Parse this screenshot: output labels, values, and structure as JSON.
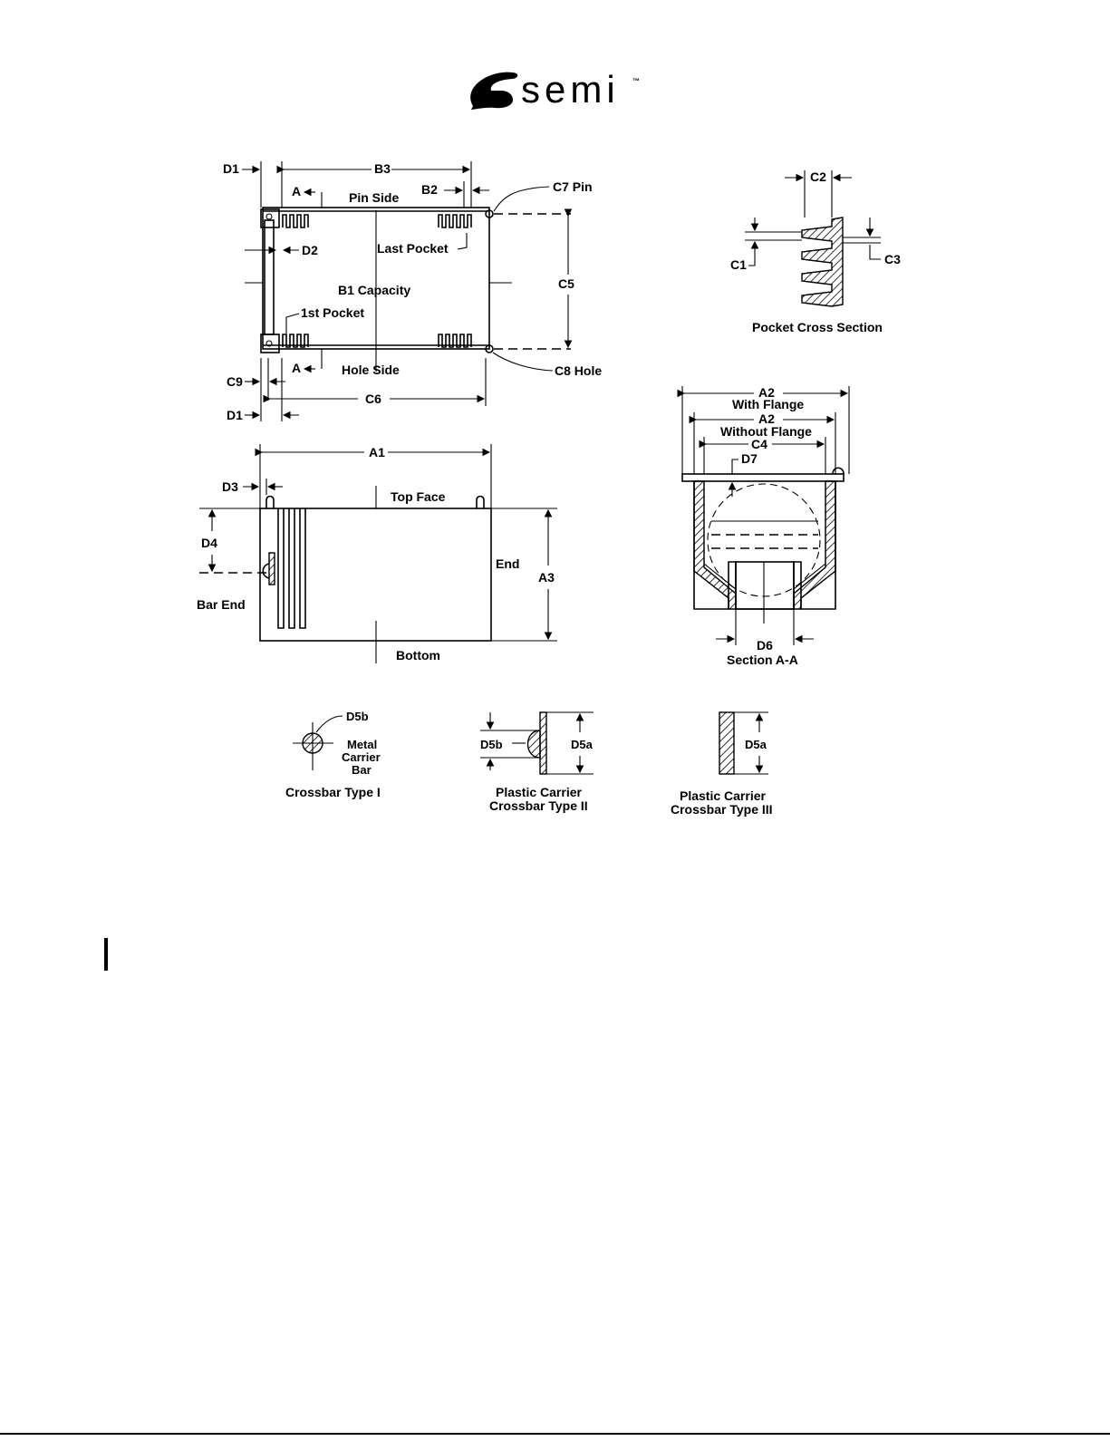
{
  "logo": {
    "wordmark": "semi",
    "tm": "™"
  },
  "top_view": {
    "D1_top": "D1",
    "B3": "B3",
    "A_top": "A",
    "pin_side": "Pin Side",
    "B2": "B2",
    "C7": "C7 Pin",
    "D2": "D2",
    "last_pocket": "Last Pocket",
    "B1": "B1 Capacity",
    "C5": "C5",
    "first_pocket": "1st Pocket",
    "A_bottom": "A",
    "hole_side": "Hole Side",
    "C8": "C8 Hole",
    "C9": "C9",
    "C6": "C6",
    "D1_bottom": "D1"
  },
  "pocket_section": {
    "C2": "C2",
    "C1": "C1",
    "C3": "C3",
    "caption": "Pocket Cross Section"
  },
  "side_view": {
    "A1": "A1",
    "D3": "D3",
    "top_face": "Top Face",
    "D4": "D4",
    "end": "End",
    "A3": "A3",
    "bar_end": "Bar End",
    "bottom": "Bottom"
  },
  "section_aa": {
    "A2_flange": "A2",
    "with_flange": "With Flange",
    "A2_noflange": "A2",
    "without_flange": "Without Flange",
    "C4": "C4",
    "D7": "D7",
    "D6": "D6",
    "caption": "Section A-A"
  },
  "crossbars": {
    "type1": {
      "D5b": "D5b",
      "metal": "Metal",
      "carrier": "Carrier",
      "bar": "Bar",
      "caption": "Crossbar Type I"
    },
    "type2": {
      "D5b": "D5b",
      "D5a": "D5a",
      "caption1": "Plastic Carrier",
      "caption2": "Crossbar Type II"
    },
    "type3": {
      "D5a": "D5a",
      "caption1": "Plastic Carrier",
      "caption2": "Crossbar Type III"
    }
  }
}
